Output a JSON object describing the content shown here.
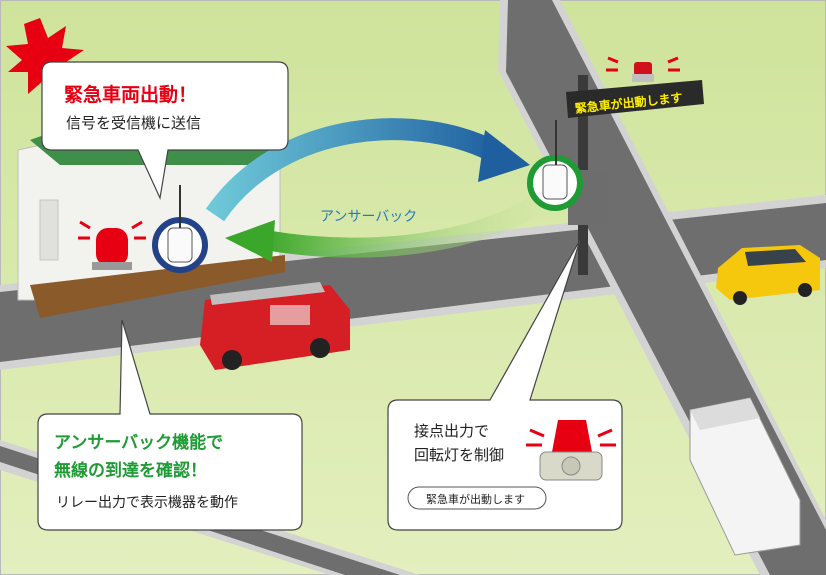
{
  "bubble_top": {
    "title": "緊急車両出動！",
    "body": "信号を受信機に送信"
  },
  "bubble_bottom_left": {
    "title_line1": "アンサーバック機能で",
    "title_line2": "無線の到達を確認！",
    "body": "リレー出力で表示機器を動作"
  },
  "bubble_bottom_right": {
    "line1": "接点出力で",
    "line2": "回転灯を制御",
    "pill": "緊急車が出動します"
  },
  "sign": {
    "text": "緊急車が出動します"
  },
  "arrow_label": "アンサーバック",
  "colors": {
    "grass": "#d9eaa8",
    "road": "#6e6e6e",
    "accent_red": "#e60012",
    "accent_green": "#1e9b34",
    "arrow_blue": "#1f5fa0",
    "arrow_green": "#4caf2a"
  }
}
